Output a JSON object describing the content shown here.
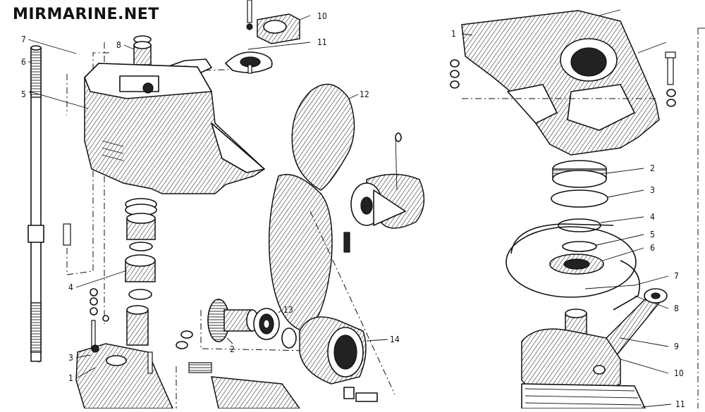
{
  "watermark": "MIRMARINE.NET",
  "callouts_left": {
    "c1": "1",
    "c3": "3",
    "c4": "4",
    "c5": "5",
    "c6": "6",
    "c7": "7",
    "c8": "8",
    "c10": "10",
    "c11": "11"
  },
  "callouts_middle": {
    "c2": "2",
    "c12": "12",
    "c13": "13",
    "c14": "14"
  },
  "callouts_right": {
    "c1": "1",
    "c2": "2",
    "c3": "3",
    "c4": "4",
    "c5": "5",
    "c6": "6",
    "c7": "7",
    "c8": "8",
    "c9": "9",
    "c10": "10",
    "c11": "11"
  }
}
